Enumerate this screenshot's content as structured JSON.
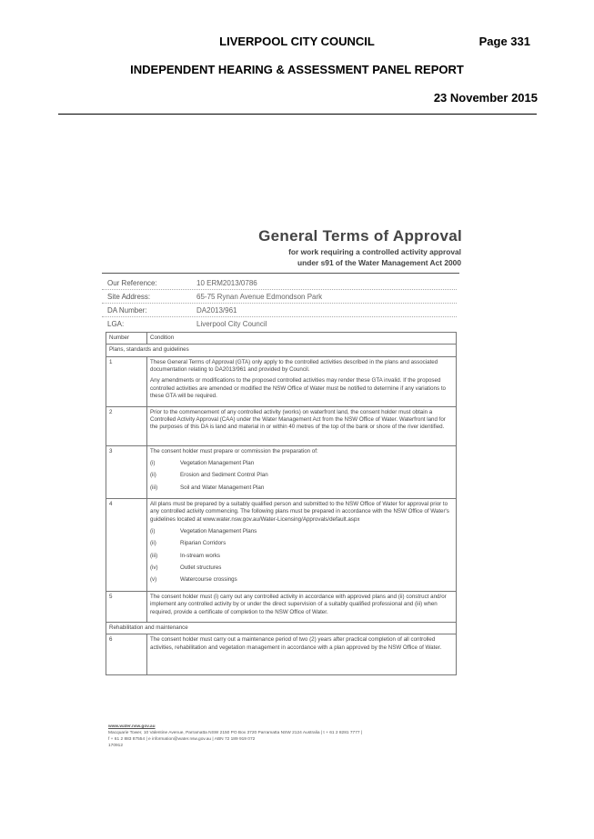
{
  "header": {
    "council": "LIVERPOOL CITY COUNCIL",
    "page": "Page 331",
    "report": "INDEPENDENT HEARING & ASSESSMENT PANEL REPORT",
    "date": "23 November 2015"
  },
  "gta": {
    "title": "General Terms of Approval",
    "subtitle1": "for work requiring a controlled activity approval",
    "subtitle2": "under s91 of the Water Management Act 2000"
  },
  "meta": [
    {
      "label": "Our Reference:",
      "value": "10 ERM2013/0786"
    },
    {
      "label": "Site Address:",
      "value": "65-75 Rynan Avenue Edmondson Park"
    },
    {
      "label": "DA Number:",
      "value": "DA2013/961"
    },
    {
      "label": "LGA:",
      "value": "Liverpool City Council"
    }
  ],
  "table": {
    "col_number": "Number",
    "col_condition": "Condition",
    "section1": "Plans, standards and guidelines",
    "c1_num": "1",
    "c1_p1": "These General Terms of Approval (GTA) only apply to the controlled activities described in the plans and associated documentation relating to DA2013/961 and provided by Council.",
    "c1_p2": "Any amendments or modifications to the proposed controlled activities may render these GTA invalid. If the proposed controlled activities are amended or modified the NSW Office of Water must be notified to determine if any variations to these GTA will be required.",
    "c2_num": "2",
    "c2_p1": "Prior to the commencement of any controlled activity (works) on waterfront land, the consent holder must obtain a Controlled Activity Approval (CAA) under the Water Management Act from the NSW Office of Water. Waterfront land for the purposes of this DA is land and material in or within 40 metres of the top of the bank or shore of the river identified.",
    "c3_num": "3",
    "c3_p1": "The consent holder must prepare or commission the preparation of:",
    "c3_items": [
      {
        "n": "(i)",
        "t": "Vegetation Management Plan"
      },
      {
        "n": "(ii)",
        "t": "Erosion and Sediment Control Plan"
      },
      {
        "n": "(iii)",
        "t": "Soil and Water Management Plan"
      }
    ],
    "c4_num": "4",
    "c4_p1": "All plans must be prepared by a suitably qualified person and submitted to the NSW Office of Water for approval prior to any controlled activity commencing. The following plans must be prepared in accordance with the NSW Office of Water's guidelines located at www.water.nsw.gov.au/Water-Licensing/Approvals/default.aspx",
    "c4_items": [
      {
        "n": "(i)",
        "t": "Vegetation Management Plans"
      },
      {
        "n": "(ii)",
        "t": "Riparian Corridors"
      },
      {
        "n": "(iii)",
        "t": "In-stream works"
      },
      {
        "n": "(iv)",
        "t": "Outlet structures"
      },
      {
        "n": "(v)",
        "t": "Watercourse crossings"
      }
    ],
    "c5_num": "5",
    "c5_p1": "The consent holder must (i) carry out any controlled activity in accordance with approved plans and (ii) construct and/or implement any controlled activity by or under the direct supervision of a suitably qualified professional and (iii) when required, provide a certificate of completion to the NSW Office of Water.",
    "section2": "Rehabilitation and maintenance",
    "c6_num": "6",
    "c6_p1": "The consent holder must carry out a maintenance period of two (2) years after practical completion of all controlled activities, rehabilitation and vegetation management in accordance with a plan approved by the NSW Office of Water."
  },
  "footer": {
    "line1": "www.water.nsw.gov.au",
    "line2": "Macquarie Tower, 10 Valentine Avenue, Parramatta NSW 2150   PO Box 3720 Parramatta NSW 2124 Australia | t + 61 2 8281 7777 |",
    "line3": "f + 61 2 883 87554    |  e information@water.nsw.gov.au  |  ABN 72 189 919 072",
    "line4": "170912"
  }
}
